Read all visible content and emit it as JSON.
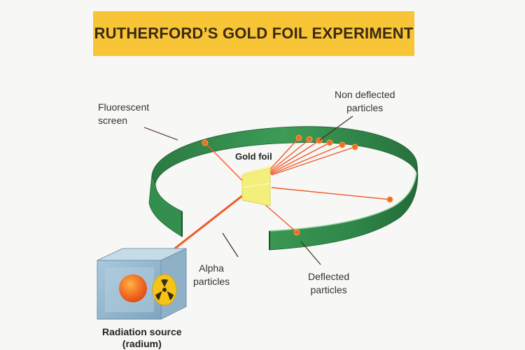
{
  "title": "RUTHERFORD’S GOLD FOIL EXPERIMENT",
  "labels": {
    "fluorescent_screen_1": "Fluorescent",
    "fluorescent_screen_2": "screen",
    "non_deflected_1": "Non deflected",
    "non_deflected_2": "particles",
    "gold_foil": "Gold foil",
    "alpha_1": "Alpha",
    "alpha_2": "particles",
    "deflected_1": "Deflected",
    "deflected_2": "particles",
    "source_1": "Radiation source",
    "source_2": "(radium)"
  },
  "colors": {
    "title_bg": "#f8c537",
    "screen_green": "#2f8a4a",
    "beam": "#ef5a2a",
    "foil": "#f3ef7a",
    "box": "#9fc0d6",
    "radiation_yellow": "#f5c418"
  },
  "icons": {
    "radiation_symbol": "radiation-trefoil-icon",
    "radium_sphere": "radium-sphere-icon"
  }
}
